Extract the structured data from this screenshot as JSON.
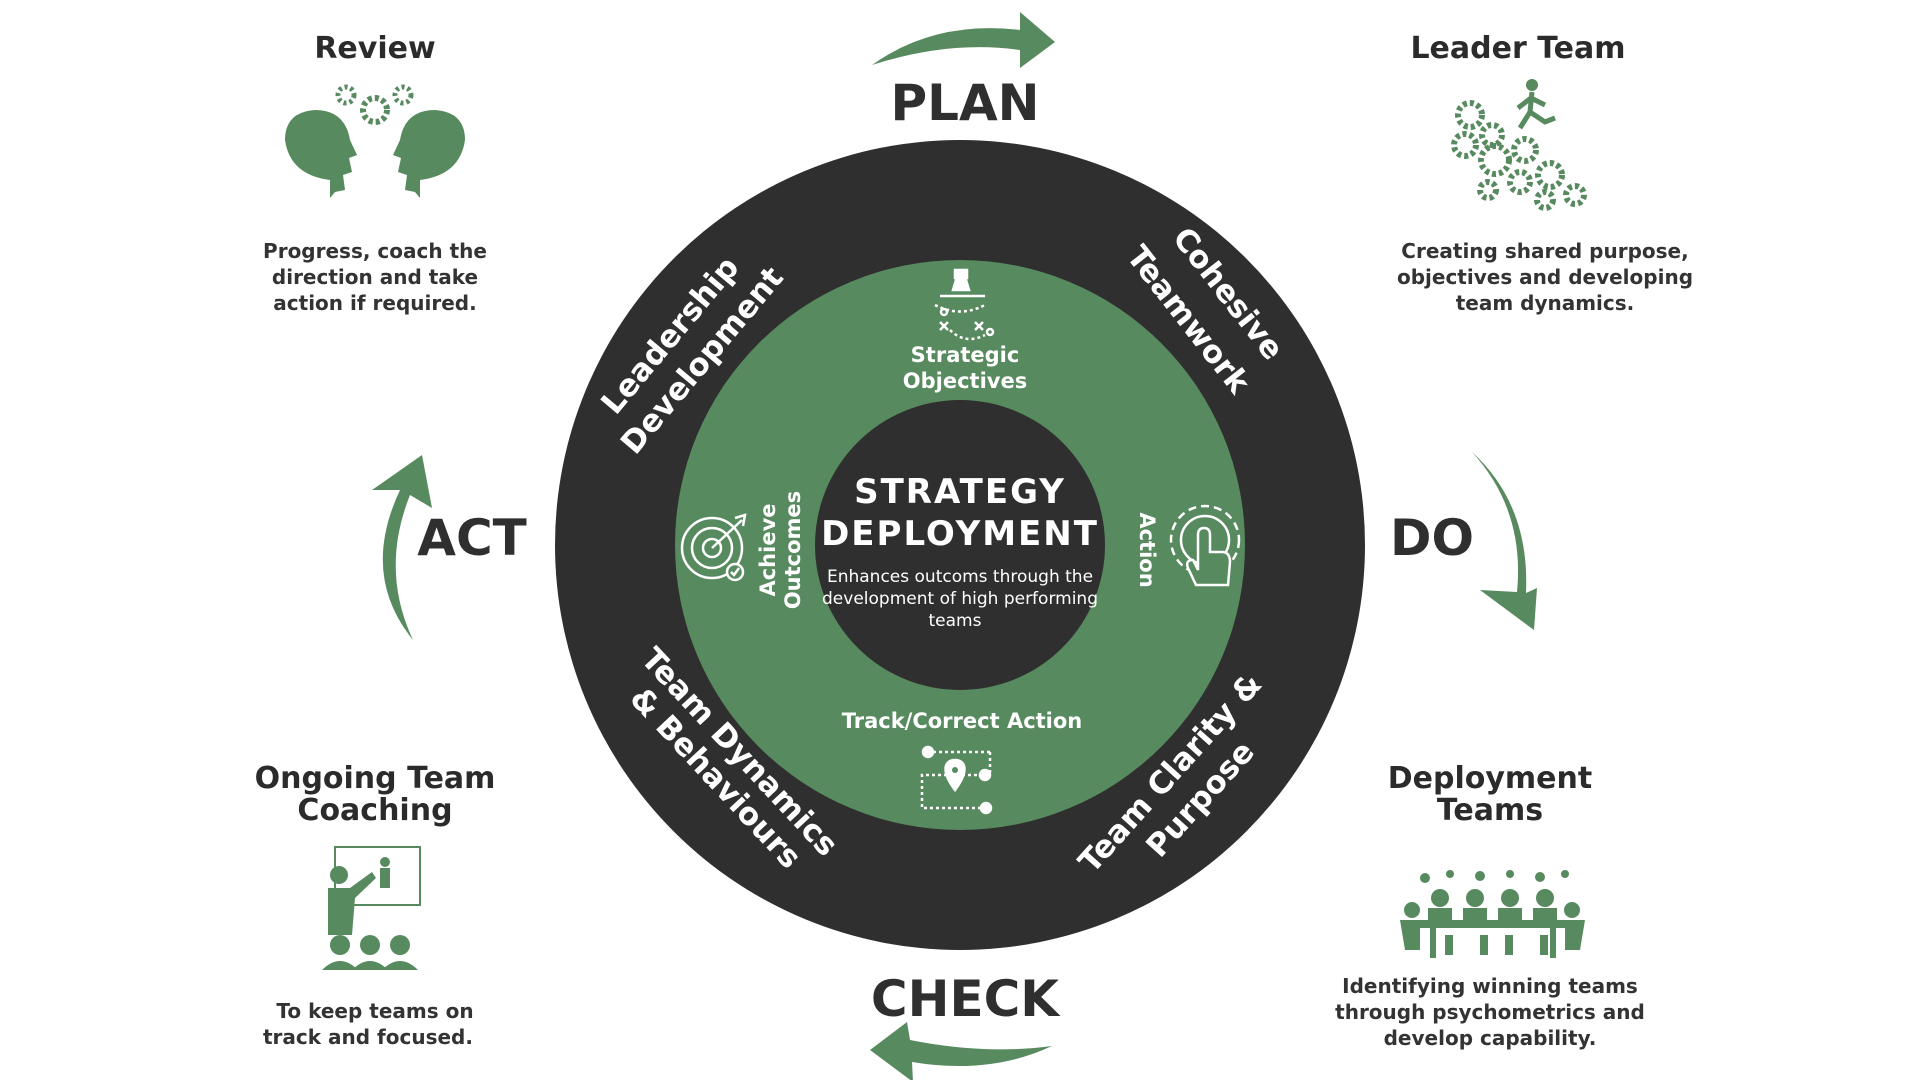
{
  "colors": {
    "green": "#578a5e",
    "dark": "#2f2f2f",
    "text": "#2b2b2b",
    "white": "#ffffff"
  },
  "center": {
    "title_line1": "STRATEGY",
    "title_line2": "DEPLOYMENT",
    "subtitle_line1": "Enhances outcoms through the",
    "subtitle_line2": "development of high performing",
    "subtitle_line3": "teams"
  },
  "inner_ring": {
    "strategic_objectives_line1": "Strategic",
    "strategic_objectives_line2": "Objectives",
    "achieve_outcomes_line1": "Achieve",
    "achieve_outcomes_line2": "Outcomes",
    "action": "Action",
    "track_correct": "Track/Correct Action"
  },
  "outer_ring": {
    "leadership_line1": "Leadership",
    "leadership_line2": "Development",
    "cohesive_line1": "Cohesive",
    "cohesive_line2": "Teamwork",
    "dynamics_line1": "Team Dynamics",
    "dynamics_line2": "& Behaviours",
    "clarity_line1": "Team Clarity &",
    "clarity_line2": "Purpose"
  },
  "cycle": {
    "plan": "PLAN",
    "do": "DO",
    "check": "CHECK",
    "act": "ACT"
  },
  "corners": {
    "review": {
      "title": "Review",
      "desc_line1": "Progress, coach the",
      "desc_line2": "direction and take",
      "desc_line3": "action if required.",
      "icon": "heads-gears-icon"
    },
    "leader_team": {
      "title": "Leader Team",
      "desc_line1": "Creating shared purpose,",
      "desc_line2": "objectives and developing",
      "desc_line3": "team dynamics.",
      "icon": "gears-runner-icon"
    },
    "ongoing_coaching": {
      "title_line1": "Ongoing Team",
      "title_line2": "Coaching",
      "desc_line1": "To keep teams on",
      "desc_line2": "track and focused.",
      "icon": "presenter-audience-icon"
    },
    "deployment_teams": {
      "title_line1": "Deployment",
      "title_line2": "Teams",
      "desc_line1": "Identifying winning teams",
      "desc_line2": "through psychometrics and",
      "desc_line3": "develop capability.",
      "icon": "meeting-table-icon"
    }
  }
}
